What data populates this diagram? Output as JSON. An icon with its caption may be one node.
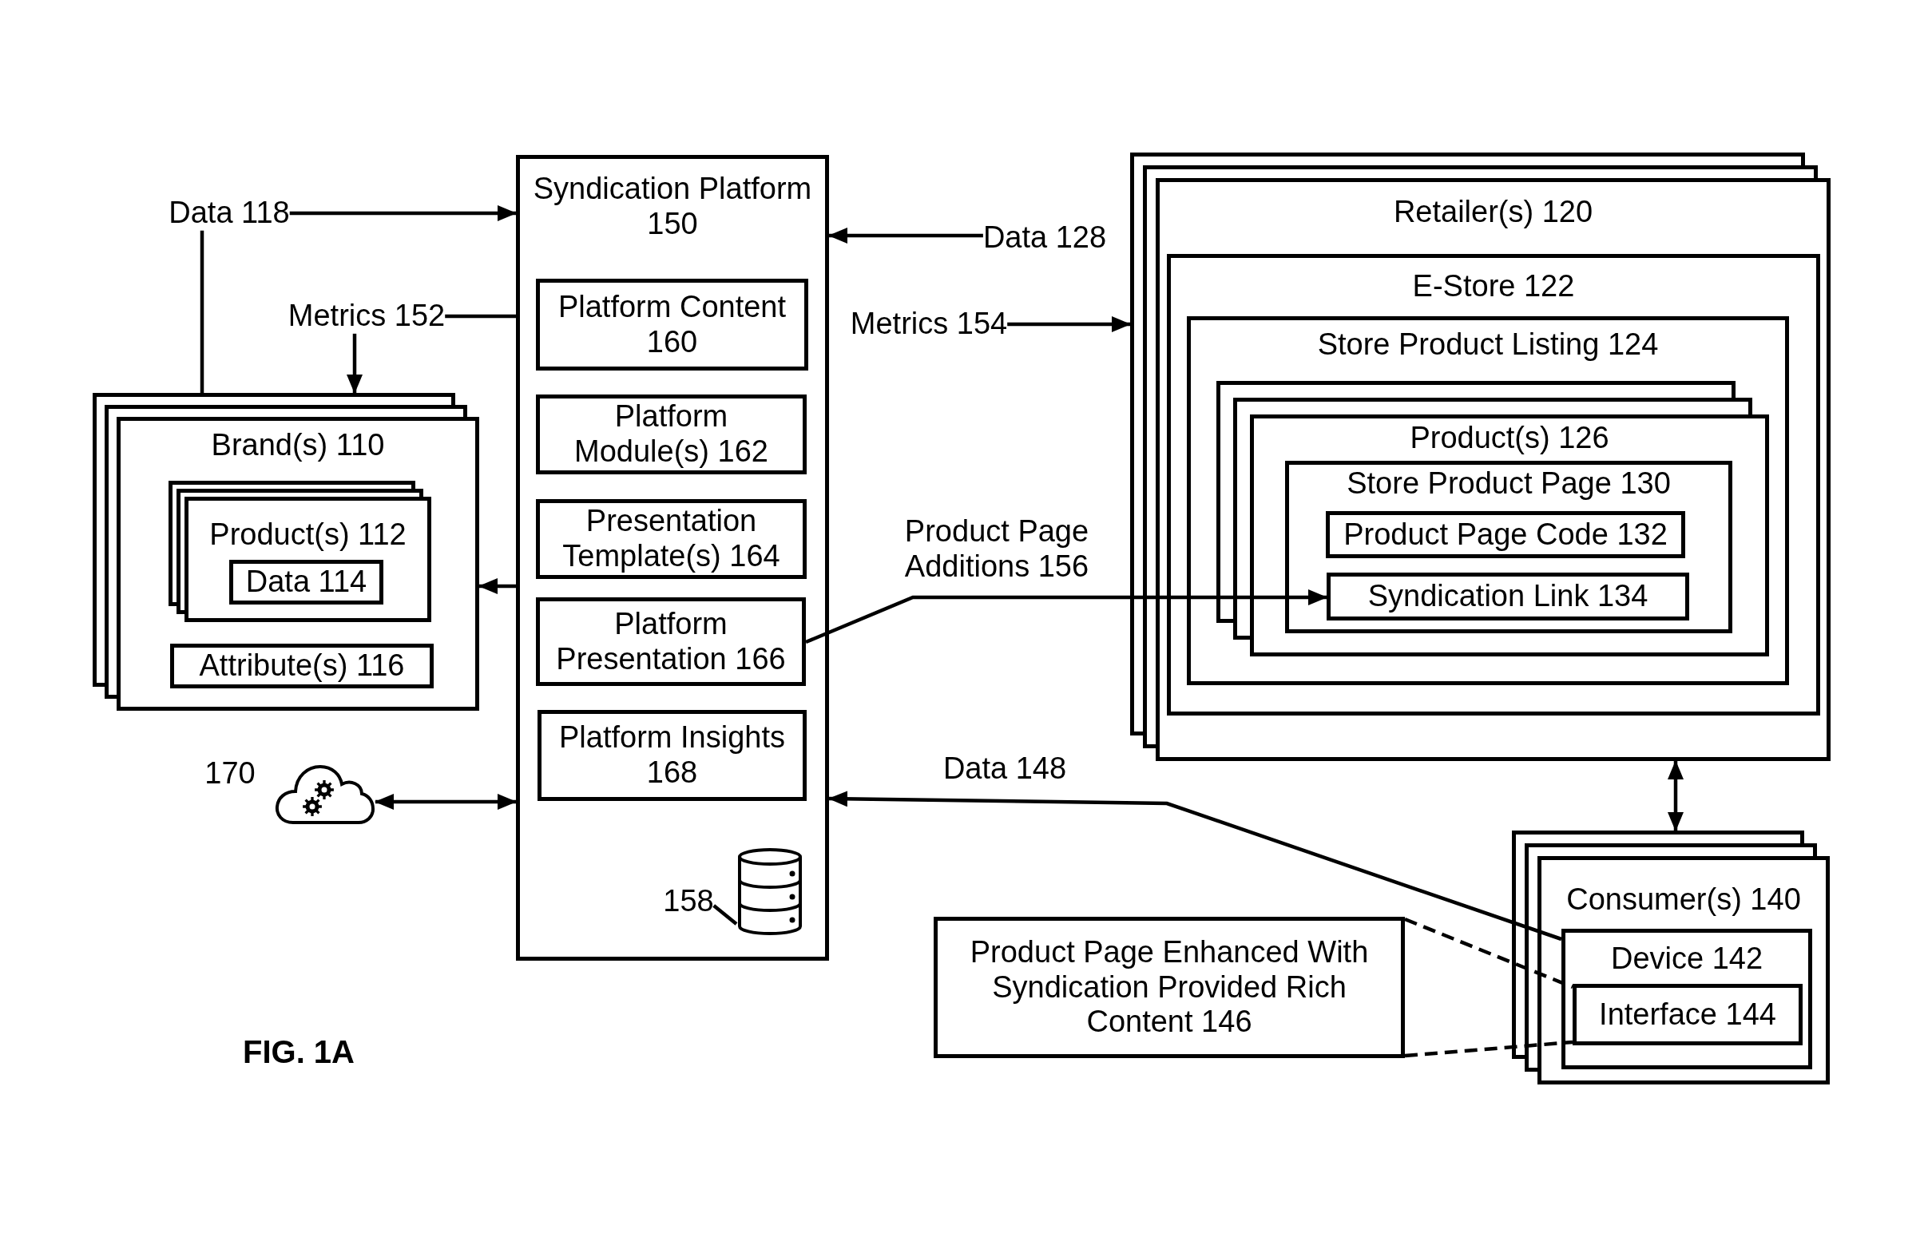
{
  "diagram": {
    "caption": "FIG. 1A",
    "nodes": [
      {
        "text": [
          "Data 118"
        ]
      },
      {
        "text": [
          "Metrics 152"
        ]
      },
      {
        "text": [
          "Brand(s) 110"
        ]
      },
      {
        "text": [
          "Product(s) 112"
        ],
        "in": 2
      },
      {
        "text": [
          "Data 114"
        ],
        "in": 3
      },
      {
        "text": [
          "Attribute(s) 116"
        ],
        "in": 2
      },
      {
        "text": [],
        "shape": "cloud",
        "beside": [
          "170"
        ]
      },
      {
        "text": [
          "Syndication Platform 150"
        ]
      },
      {
        "text": [
          "Platform Content 160"
        ],
        "in": 7
      },
      {
        "text": [
          "Platform Module(s) 162"
        ],
        "in": 7
      },
      {
        "text": [
          "Presentation Template(s) 164"
        ],
        "in": 7
      },
      {
        "text": [
          "Platform Presentation 166"
        ],
        "in": 7
      },
      {
        "text": [
          "Platform Insights 168"
        ],
        "in": 7
      },
      {
        "text": [
          "158"
        ],
        "in": 7
      },
      {
        "text": [],
        "shape": "cylinder",
        "in": 7
      },
      {
        "text": [
          "Data 128"
        ]
      },
      {
        "text": [
          "Metrics 154"
        ]
      },
      {
        "text": [
          "Retailer(s) 120"
        ]
      },
      {
        "text": [
          "E-Store 122"
        ],
        "in": 17
      },
      {
        "text": [
          "Store Product Listing 124"
        ],
        "in": 18
      },
      {
        "text": [
          "Product(s) 126"
        ],
        "in": 19
      },
      {
        "text": [
          "Store Product Page 130"
        ],
        "in": 20
      },
      {
        "text": [
          "Product Page Code 132"
        ],
        "in": 21
      },
      {
        "text": [
          "Syndication Link 134"
        ],
        "in": 21
      },
      {
        "text": [
          "Consumer(s) 140"
        ]
      },
      {
        "text": [
          "Device 142"
        ],
        "in": 24
      },
      {
        "text": [
          "Interface 144"
        ],
        "in": 25
      },
      {
        "text": [
          "Product Page Enhanced With Syndication Provided Rich Content 146"
        ]
      }
    ],
    "edges": [
      {
        "from": 2,
        "to": 0,
        "arrow": "none"
      },
      {
        "from": 0,
        "to": 7,
        "arrow": "to"
      },
      {
        "from": 7,
        "to": 1,
        "arrow": "none"
      },
      {
        "from": 1,
        "to": 2,
        "arrow": "to"
      },
      {
        "from": 7,
        "to": 2,
        "arrow": "to"
      },
      {
        "from": 6,
        "to": 7,
        "arrow": "both"
      },
      {
        "from": 13,
        "to": 14,
        "arrow": "none"
      },
      {
        "from": 15,
        "to": 7,
        "arrow": "to"
      },
      {
        "from": 16,
        "to": 17,
        "arrow": "to"
      },
      {
        "from": 11,
        "to": 23,
        "arrow": "to",
        "label": "Product Page Additions 156"
      },
      {
        "from": 25,
        "to": 7,
        "arrow": "to",
        "label": "Data 148"
      },
      {
        "from": 17,
        "to": 24,
        "arrow": "both"
      },
      {
        "from": 27,
        "to": 26,
        "arrow": "none",
        "style": "dashed"
      },
      {
        "from": 27,
        "to": 26,
        "arrow": "none",
        "style": "dashed"
      }
    ]
  }
}
